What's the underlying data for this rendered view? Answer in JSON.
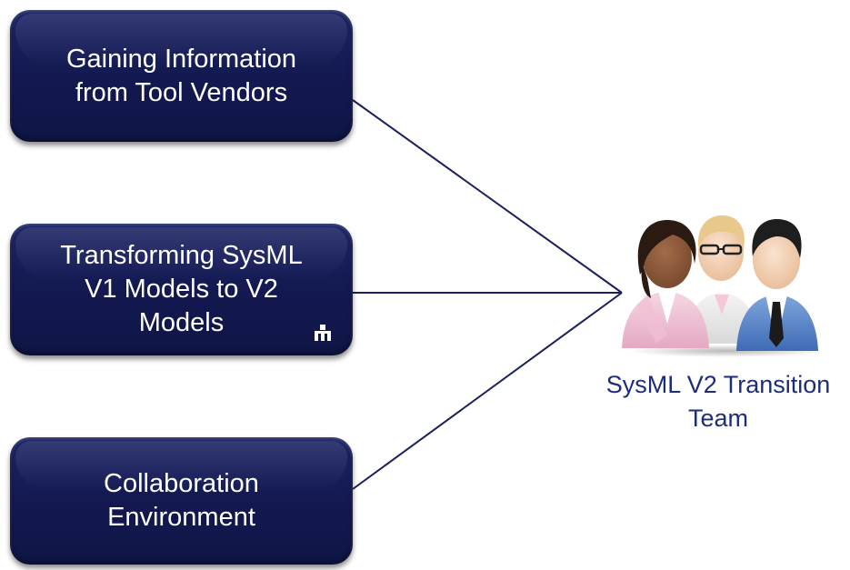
{
  "diagram": {
    "boxes": [
      {
        "label": "Gaining Information\nfrom Tool Vendors"
      },
      {
        "label": "Transforming SysML\nV1 Models to V2\nModels",
        "icon": "hierarchy-icon"
      },
      {
        "label": "Collaboration\nEnvironment"
      }
    ],
    "team": {
      "label": "SysML V2 Transition\nTeam",
      "icon": "team-people-icon"
    },
    "colors": {
      "box_fill": "#141a52",
      "box_text": "#ffffff",
      "connector": "#1a1f5c",
      "team_label": "#1d2e78"
    }
  }
}
